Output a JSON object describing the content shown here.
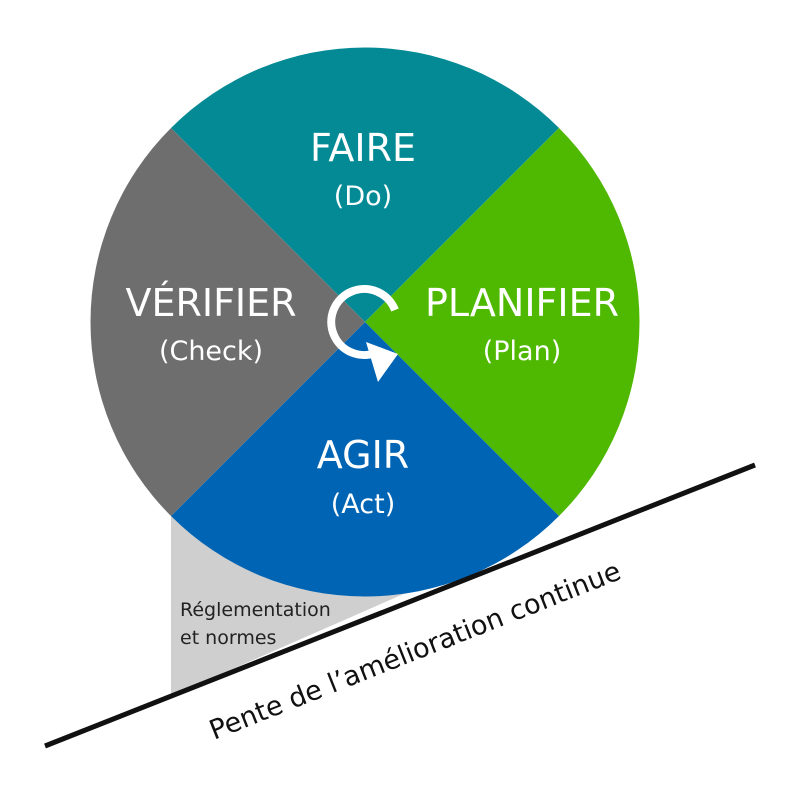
{
  "colors": {
    "faire": "#038a95",
    "planifier": "#4fb800",
    "agir": "#0064b4",
    "verifier": "#6e6e6e",
    "wedge": "#cfcfcf",
    "slope_line": "#111111",
    "cycle_arrow": "#ffffff"
  },
  "quadrants": {
    "faire": {
      "title": "FAIRE",
      "subtitle": "(Do)"
    },
    "planifier": {
      "title": "PLANIFIER",
      "subtitle": "(Plan)"
    },
    "agir": {
      "title": "AGIR",
      "subtitle": "(Act)"
    },
    "verifier": {
      "title": "VÉRIFIER",
      "subtitle": "(Check)"
    }
  },
  "wedge": {
    "line1": "Réglementation",
    "line2": "et normes"
  },
  "slope": {
    "label": "Pente de l’amélioration continue"
  },
  "icons": {
    "center": "cycle-arrow-icon"
  }
}
